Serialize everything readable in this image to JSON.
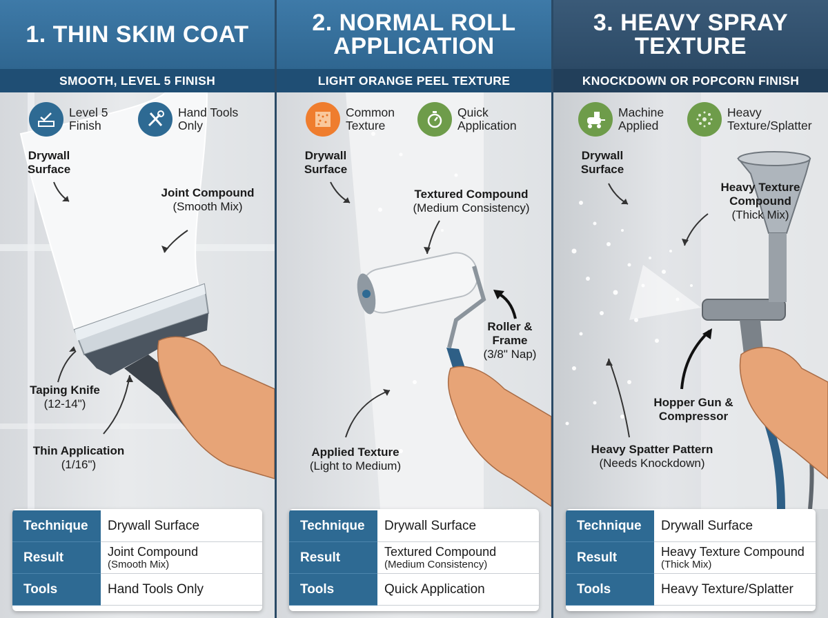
{
  "panels": [
    {
      "title_line1": "1. THIN SKIM COAT",
      "title_line2": "",
      "subtitle": "SMOOTH, LEVEL 5 FINISH",
      "badges": [
        {
          "icon": "level-check-icon",
          "label": "Level 5 Finish",
          "color": "#2e6a93"
        },
        {
          "icon": "hand-tools-icon",
          "label": "Hand Tools Only",
          "color": "#2e6a93"
        }
      ],
      "annotations": {
        "surface": {
          "title": "Drywall Surface"
        },
        "compound": {
          "title": "Joint Compound",
          "detail": "(Smooth Mix)"
        },
        "tool": {
          "title": "Taping Knife",
          "detail": "(12-14\")"
        },
        "application": {
          "title": "Thin Application",
          "detail": "(1/16\")"
        }
      },
      "table": [
        {
          "key": "Technique",
          "value": "Drywall Surface",
          "detail": ""
        },
        {
          "key": "Result",
          "value": "Joint Compound",
          "detail": "(Smooth Mix)"
        },
        {
          "key": "Tools",
          "value": "Hand Tools Only",
          "detail": ""
        }
      ]
    },
    {
      "title_line1": "2. NORMAL ROLL",
      "title_line2": "APPLICATION",
      "subtitle": "LIGHT ORANGE PEEL TEXTURE",
      "badges": [
        {
          "icon": "texture-swatch-icon",
          "label": "Common Texture",
          "color": "#ef7d2e"
        },
        {
          "icon": "stopwatch-icon",
          "label": "Quick Application",
          "color": "#6e9c4a"
        }
      ],
      "annotations": {
        "surface": {
          "title": "Drywall Surface"
        },
        "compound": {
          "title": "Textured Compound",
          "detail": "(Medium Consistency)"
        },
        "tool": {
          "title": "Roller & Frame",
          "detail": "(3/8\" Nap)"
        },
        "application": {
          "title": "Applied Texture",
          "detail": "(Light to Medium)"
        }
      },
      "table": [
        {
          "key": "Technique",
          "value": "Drywall Surface",
          "detail": ""
        },
        {
          "key": "Result",
          "value": "Textured Compound",
          "detail": "(Medium Consistency)"
        },
        {
          "key": "Tools",
          "value": "Quick Application",
          "detail": ""
        }
      ]
    },
    {
      "title_line1": "3. HEAVY SPRAY",
      "title_line2": "TEXTURE",
      "subtitle": "KNOCKDOWN OR POPCORN FINISH",
      "badges": [
        {
          "icon": "compressor-icon",
          "label": "Machine Applied",
          "color": "#6e9c4a"
        },
        {
          "icon": "splatter-icon",
          "label": "Heavy Texture/Splatter",
          "color": "#6e9c4a"
        }
      ],
      "annotations": {
        "surface": {
          "title": "Drywall Surface"
        },
        "compound": {
          "title": "Heavy Texture Compound",
          "detail": "(Thick Mix)"
        },
        "tool": {
          "title": "Hopper Gun & Compressor",
          "detail": ""
        },
        "application": {
          "title": "Heavy Spatter Pattern",
          "detail": "(Needs Knockdown)"
        }
      },
      "table": [
        {
          "key": "Technique",
          "value": "Drywall Surface",
          "detail": ""
        },
        {
          "key": "Result",
          "value": "Heavy Texture Compound",
          "detail": "(Thick Mix)"
        },
        {
          "key": "Tools",
          "value": "Heavy Texture/Splatter",
          "detail": ""
        }
      ]
    }
  ]
}
